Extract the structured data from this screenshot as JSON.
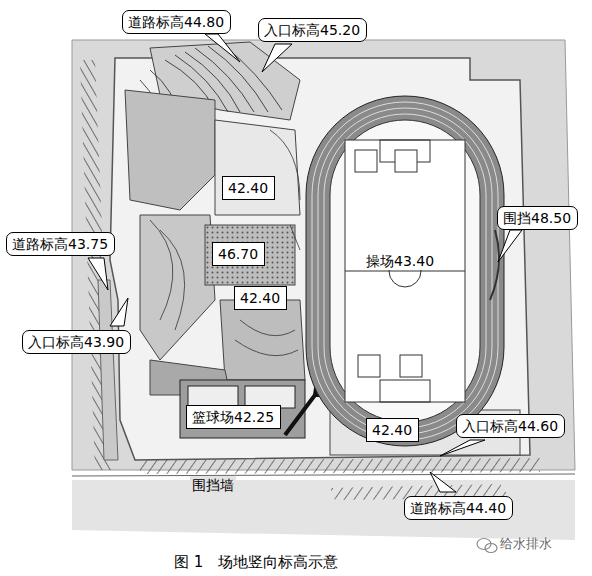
{
  "diagram": {
    "caption": "图 1　场地竖向标高示意",
    "nodes": [
      {
        "text": [
          "道路标高44.80"
        ]
      },
      {
        "text": [
          "入口标高45.20"
        ]
      },
      {
        "text": [
          "42.40"
        ]
      },
      {
        "text": [
          "围挡48.50"
        ]
      },
      {
        "text": [
          "道路标高43.75"
        ]
      },
      {
        "text": [
          "46.70"
        ]
      },
      {
        "text": [
          "42.40"
        ]
      },
      {
        "text": [
          "入口标高43.90"
        ]
      },
      {
        "text": [
          "篮球场42.25"
        ]
      },
      {
        "text": [
          "42.40"
        ]
      },
      {
        "text": [
          "入口标高44.60"
        ]
      },
      {
        "text": [
          "道路标高44.40"
        ]
      }
    ],
    "labels": [
      "操场43.40",
      "围挡墙",
      "给水排水"
    ]
  }
}
